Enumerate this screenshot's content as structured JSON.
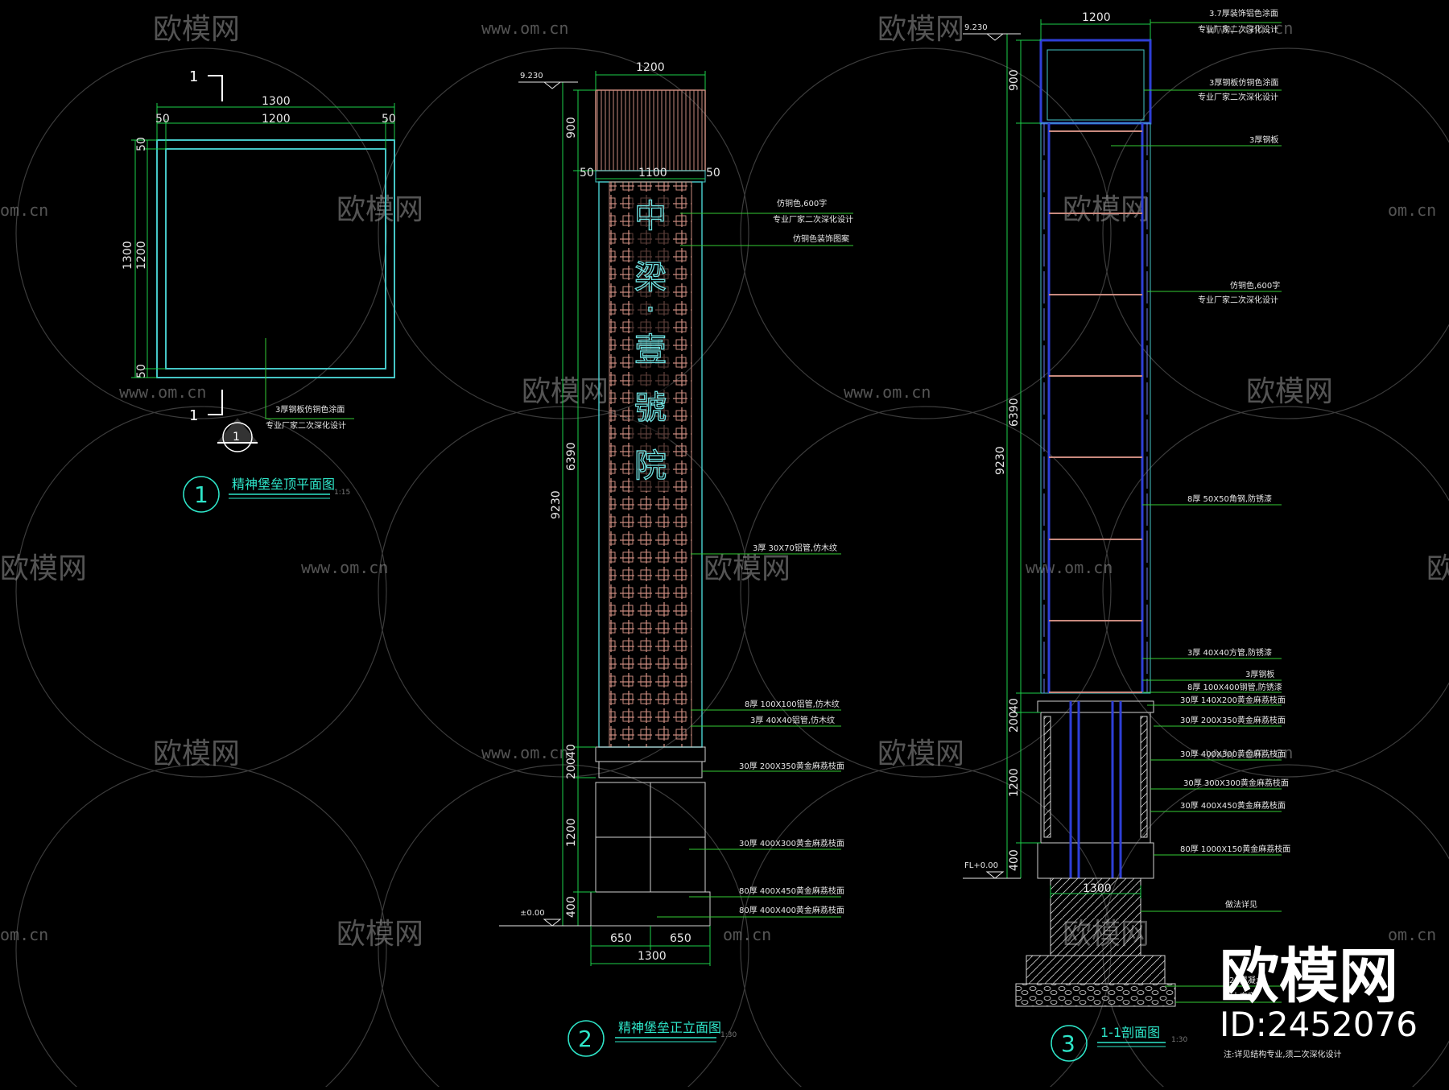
{
  "colors": {
    "background": "#000000",
    "outline": "#45c6c6",
    "dimension": "#1bd14a",
    "leader": "#33cc33",
    "frame": "#2e3fd8",
    "rail": "#c98a7e",
    "title": "#2ee6c9",
    "text": "#e8e8e8",
    "watermark": "#9a9a9a"
  },
  "watermark": {
    "brand": "欧模网",
    "url": "www.om.cn",
    "url_short": "om.cn",
    "brand_partial": "欧模网",
    "corner_brand": "欧模网",
    "corner_id": "ID:2452076"
  },
  "view1": {
    "section_mark": "1",
    "section_mark_bottom": "1",
    "dim_outer": "1300",
    "dim_inner": "1200",
    "dim_left": "50",
    "dim_right": "50",
    "dim_v_outer": "1300",
    "dim_v_inner": "1200",
    "dim_v_top": "50",
    "dim_v_bottom": "50",
    "callout_line1": "3厚钢板仿铜色涂面",
    "callout_line2": "专业厂家二次深化设计",
    "index_number": "1",
    "title": "精神堡垒顶平面图",
    "scale": "1:15",
    "detail_symbol": "1"
  },
  "view2": {
    "level_top": "9.230",
    "level_bottom": "±0.00",
    "dim_top_width": "1200",
    "dim_mid_width": "1100",
    "dim_mid_left": "50",
    "dim_mid_right": "50",
    "dim_cap": "900",
    "dim_panel": "6390",
    "dim_total": "9230",
    "dim_base_a": "200",
    "dim_base_b": "40",
    "dim_base": "1200",
    "dim_plinth": "400",
    "dim_bottom_left": "650",
    "dim_bottom_right": "650",
    "dim_bottom_total": "1300",
    "chars": [
      "中",
      "梁",
      "·",
      "壹",
      "號",
      "院"
    ],
    "callouts": [
      "仿铜色,600字",
      "专业厂家二次深化设计",
      "仿铜色装饰图案",
      "3厚 30X70铝管,仿木纹",
      "8厚 100X100铝管,仿木纹",
      "3厚 40X40铝管,仿木纹",
      "30厚 200X350黄金麻荔枝面",
      "30厚 400X300黄金麻荔枝面",
      "80厚 400X450黄金麻荔枝面",
      "80厚 400X400黄金麻荔枝面"
    ],
    "index_number": "2",
    "title": "精神堡垒正立面图",
    "scale": "1:30"
  },
  "view3": {
    "level_top": "9.230",
    "level_bottom": "FL+0.00",
    "dim_top_width": "1200",
    "dim_cap": "900",
    "dim_panel": "6390",
    "dim_total": "9230",
    "dim_base_a": "200",
    "dim_base_b": "40",
    "dim_base": "1200",
    "dim_plinth": "400",
    "dim_foundation": "1300",
    "callouts": [
      "3.7厚装饰铝色涂面",
      "专业厂家二次深化设计",
      "3厚钢板仿铜色涂面",
      "专业厂家二次深化设计",
      "3厚钢板",
      "仿铜色,600字",
      "专业厂家二次深化设计",
      "8厚 50X50角钢,防锈漆",
      "3厚 40X40方管,防锈漆",
      "3厚钢板",
      "8厚 100X400钢管,防锈漆",
      "30厚 140X200黄金麻荔枝面",
      "30厚 200X350黄金麻荔枝面",
      "30厚 400X300黄金麻荔枝面",
      "30厚 300X300黄金麻荔枝面",
      "30厚 400X450黄金麻荔枝面",
      "80厚 1000X150黄金麻荔枝面",
      "做法详见",
      "C20混凝土",
      "素土夯实",
      "注:详见结构专业,须二次深化设计"
    ],
    "index_number": "3",
    "title": "1-1剖面图",
    "scale": "1:30"
  }
}
